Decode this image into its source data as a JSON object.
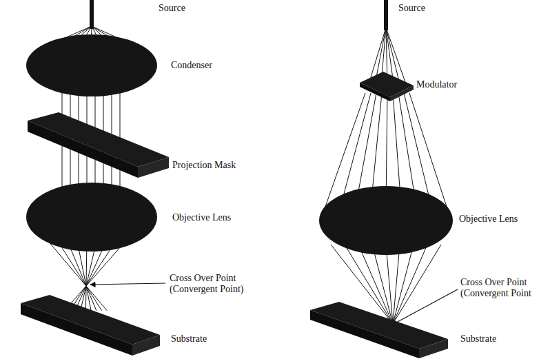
{
  "diagram": {
    "labels": [
      "Source",
      "Condenser",
      "Projection Mask",
      "Objective Lens",
      "Cross Over Point (Convergent Point)",
      "Substrate",
      "Source",
      "Modulator",
      "Objective Lens",
      "Cross Over Point (Convergent Point",
      "Substrate"
    ]
  }
}
